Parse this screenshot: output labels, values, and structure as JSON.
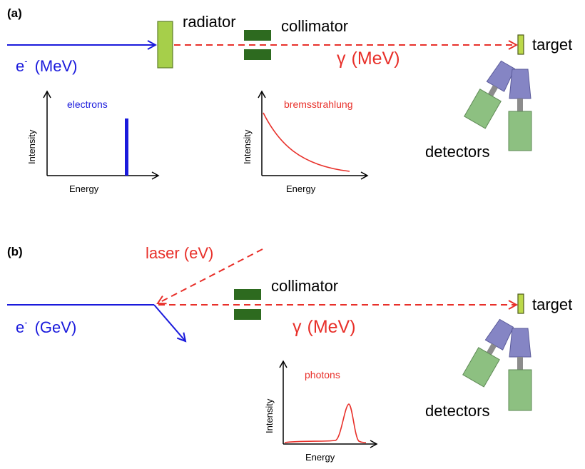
{
  "panel_a": {
    "label": "(a)",
    "beam": {
      "symbol": "e",
      "sup": "-",
      "energy": "(MeV)"
    },
    "radiator": "radiator",
    "collimator": "collimator",
    "gamma": {
      "symbol": "γ",
      "energy": "(MeV)"
    },
    "target": "target",
    "detectors": "detectors",
    "plot_electrons": {
      "curve_label": "electrons",
      "xlabel": "Energy",
      "ylabel": "Intensity"
    },
    "plot_brems": {
      "curve_label": "bremsstrahlung",
      "xlabel": "Energy",
      "ylabel": "Intensity"
    }
  },
  "panel_b": {
    "label": "(b)",
    "laser": "laser (eV)",
    "beam": {
      "symbol": "e",
      "sup": "-",
      "energy": "(GeV)"
    },
    "collimator": "collimator",
    "gamma": {
      "symbol": "γ",
      "energy": "(MeV)"
    },
    "target": "target",
    "detectors": "detectors",
    "plot_photons": {
      "curve_label": "photons",
      "xlabel": "Energy",
      "ylabel": "Intensity"
    }
  },
  "colors": {
    "electron_beam": "#1a1adc",
    "gamma_beam": "#e8302a",
    "radiator": "#a6cf4a",
    "collimator": "#2d6a1f",
    "target": "#bcd94a",
    "detector_head": "#8585c4",
    "detector_body": "#8dc081",
    "detector_neck": "#8c8c8c"
  }
}
